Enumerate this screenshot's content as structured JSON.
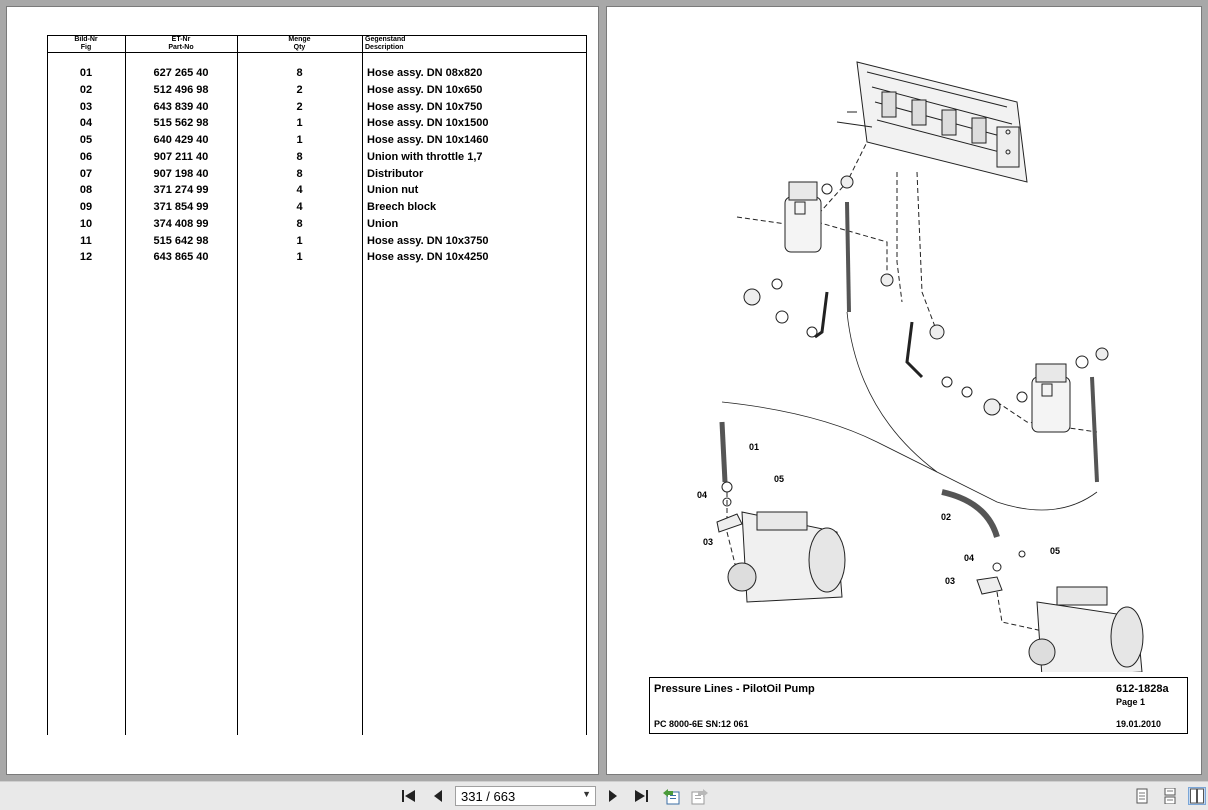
{
  "table": {
    "headers": {
      "fig": [
        "Bild-Nr",
        "Fig"
      ],
      "part": [
        "ET-Nr",
        "Part-No"
      ],
      "qty": [
        "Menge",
        "Qty"
      ],
      "desc": [
        "Gegenstand",
        "Description"
      ]
    },
    "rows": [
      {
        "fig": "01",
        "part": "627 265 40",
        "qty": "8",
        "desc": "Hose assy. DN 08x820"
      },
      {
        "fig": "02",
        "part": "512 496 98",
        "qty": "2",
        "desc": "Hose assy. DN 10x650"
      },
      {
        "fig": "03",
        "part": "643 839 40",
        "qty": "2",
        "desc": "Hose assy. DN 10x750"
      },
      {
        "fig": "04",
        "part": "515 562 98",
        "qty": "1",
        "desc": "Hose assy. DN 10x1500"
      },
      {
        "fig": "05",
        "part": "640 429 40",
        "qty": "1",
        "desc": "Hose assy. DN 10x1460"
      },
      {
        "fig": "06",
        "part": "907 211 40",
        "qty": "8",
        "desc": "Union with throttle 1,7"
      },
      {
        "fig": "07",
        "part": "907 198 40",
        "qty": "8",
        "desc": "Distributor"
      },
      {
        "fig": "08",
        "part": "371 274 99",
        "qty": "4",
        "desc": "Union nut"
      },
      {
        "fig": "09",
        "part": "371 854 99",
        "qty": "4",
        "desc": "Breech block"
      },
      {
        "fig": "10",
        "part": "374 408 99",
        "qty": "8",
        "desc": "Union"
      },
      {
        "fig": "11",
        "part": "515 642 98",
        "qty": "1",
        "desc": "Hose assy. DN 10x3750"
      },
      {
        "fig": "12",
        "part": "643 865 40",
        "qty": "1",
        "desc": "Hose assy. DN 10x4250"
      }
    ]
  },
  "drawing": {
    "callouts": [
      "01",
      "05",
      "04",
      "03",
      "02",
      "04",
      "05",
      "03"
    ]
  },
  "title_block": {
    "title": "Pressure Lines - PilotOil Pump",
    "code": "612-1828a",
    "page": "Page 1",
    "model": "PC 8000-6E SN:12 061",
    "date": "19.01.2010"
  },
  "toolbar": {
    "page_display": "331 / 663",
    "icons": [
      "first-page-icon",
      "previous-page-icon",
      "next-page-icon",
      "last-page-icon",
      "go-back-icon",
      "go-forward-icon",
      "single-page-view-icon",
      "continuous-view-icon",
      "two-page-view-icon"
    ]
  }
}
